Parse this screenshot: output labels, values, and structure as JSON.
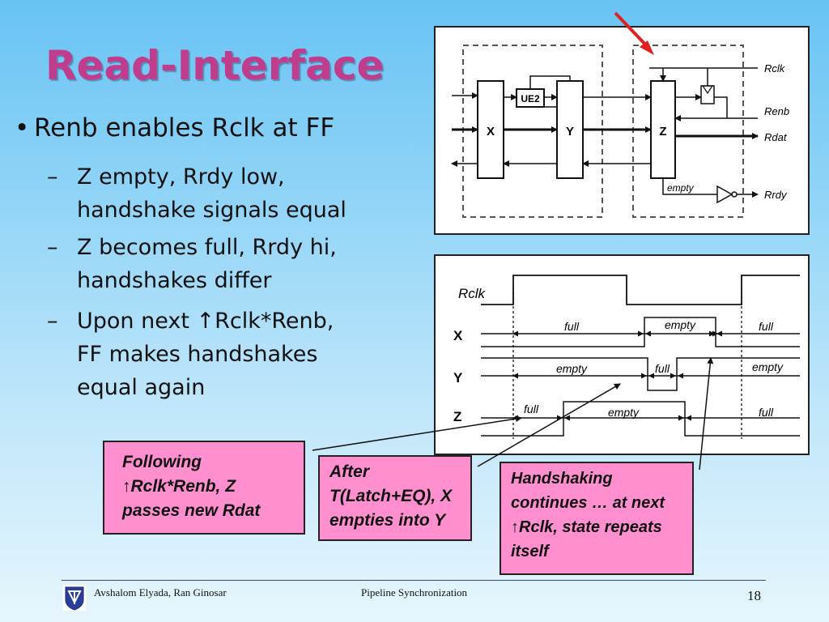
{
  "title": "Read-Interface",
  "bullet": "Renb enables Rclk at FF",
  "subbullets": [
    {
      "dash": "–",
      "lines": [
        "Z empty, Rrdy low,",
        "handshake signals equal"
      ]
    },
    {
      "dash": "–",
      "lines": [
        "Z becomes full, Rrdy hi,",
        "handshakes differ"
      ]
    },
    {
      "dash": "–",
      "lines": [
        "Upon next ↑Rclk*Renb,",
        "FF makes handshakes",
        "equal again"
      ]
    }
  ],
  "circuit": {
    "blocks": {
      "x": "X",
      "y": "Y",
      "z": "Z",
      "ue2": "UE2"
    },
    "signals": {
      "rclk": "Rclk",
      "renb": "Renb",
      "rdat": "Rdat",
      "rrdy": "Rrdy",
      "empty": "empty"
    }
  },
  "timing": {
    "rows": {
      "rclk": "Rclk",
      "x": "X",
      "y": "Y",
      "z": "Z"
    },
    "states": {
      "x": [
        "full",
        "empty",
        "full"
      ],
      "y": [
        "empty",
        "full",
        "empty"
      ],
      "z": [
        "full",
        "empty",
        "full"
      ]
    }
  },
  "callouts": [
    {
      "lines": [
        "Following",
        "↑Rclk*Renb, Z",
        "passes new Rdat"
      ]
    },
    {
      "lines": [
        "After",
        "T(Latch+EQ), X",
        "empties into Y"
      ]
    },
    {
      "lines": [
        "Handshaking",
        "continues … at next",
        "↑Rclk, state repeats",
        "itself"
      ]
    }
  ],
  "footer": {
    "authors": "Avshalom Elyada, Ran Ginosar",
    "topic": "Pipeline Synchronization",
    "page": "18"
  },
  "colors": {
    "title": "#c03c8c",
    "callout": "#ff8fcf",
    "arrow_red": "#e02020"
  },
  "icons": {
    "logo": "technion-logo-icon"
  }
}
